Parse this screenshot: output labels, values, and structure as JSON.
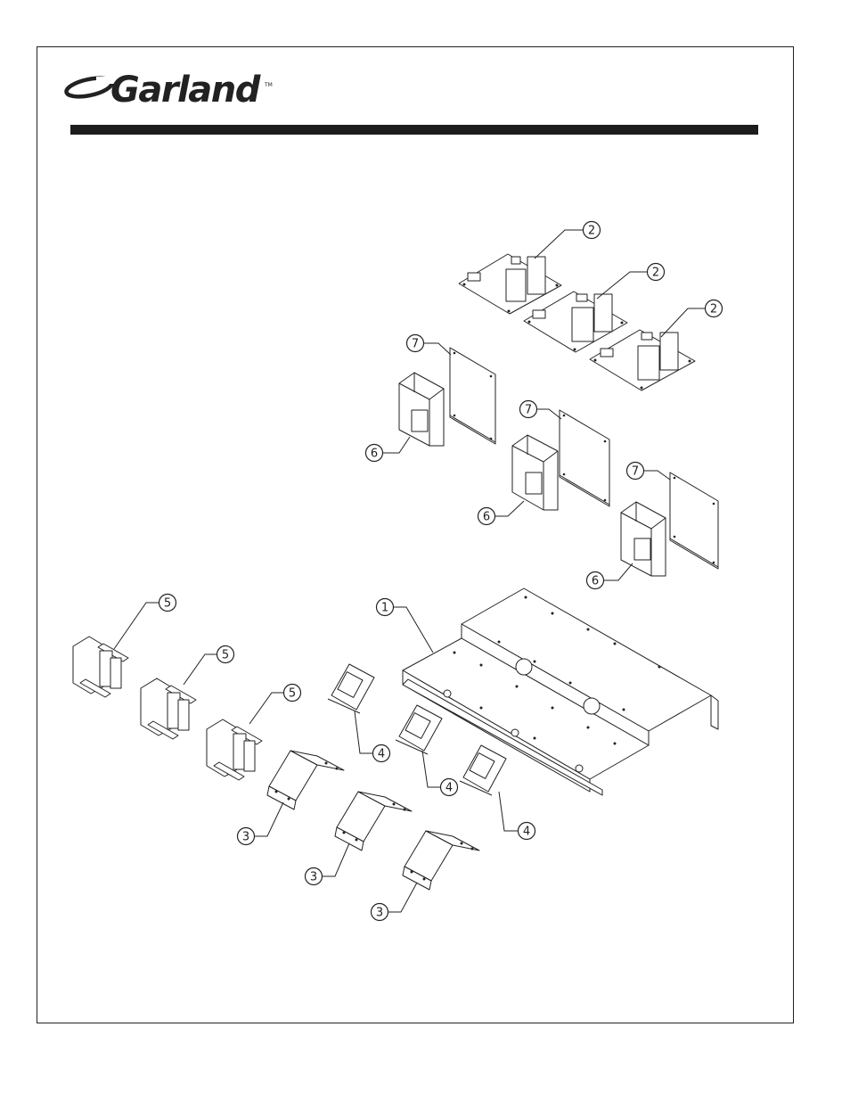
{
  "brand": {
    "name": "Garland",
    "tm": "TM"
  },
  "colors": {
    "ink": "#222222",
    "rule": "#1d1d1d",
    "background": "#ffffff"
  },
  "icons": {
    "logo": "garland-swoosh-logo"
  },
  "callouts": {
    "c2a": "2",
    "c2b": "2",
    "c2c": "2",
    "c7a": "7",
    "c7b": "7",
    "c7c": "7",
    "c6a": "6",
    "c6b": "6",
    "c6c": "6",
    "c1": "1",
    "c5a": "5",
    "c5b": "5",
    "c5c": "5",
    "c4a": "4",
    "c4b": "4",
    "c4c": "4",
    "c3a": "3",
    "c3b": "3",
    "c3c": "3"
  }
}
